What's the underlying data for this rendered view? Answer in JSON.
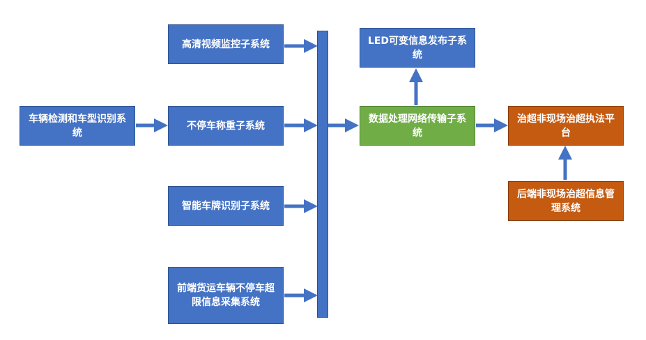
{
  "nodes": {
    "vehicle_detection": "车辆检测和车型识别系统",
    "hd_video": "高清视频监控子系统",
    "nonstop_weighing": "不停车称重子系统",
    "plate_recognition": "智能车牌识别子系统",
    "frontend_collection": "前端货运车辆不停车超限信息采集系统",
    "data_processing": "数据处理网络传输子系统",
    "led_publish": "LED可变信息发布子系统",
    "enforcement_platform": "治超非现场治超执法平台",
    "backend_management": "后端非现场治超信息管理系统"
  },
  "colors": {
    "blue": "#4472C4",
    "green": "#70AD47",
    "orange": "#C55A11"
  }
}
